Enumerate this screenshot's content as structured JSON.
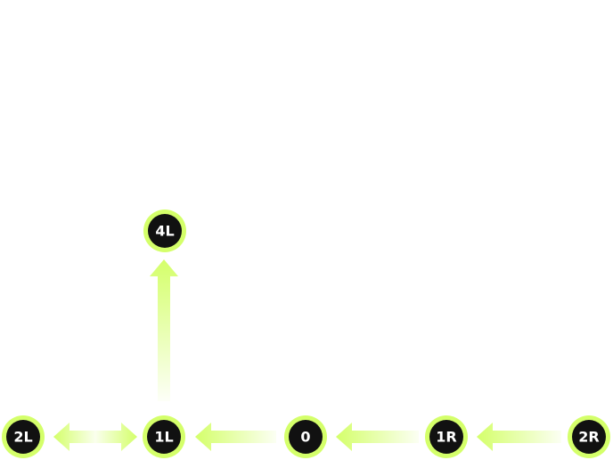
{
  "colors": {
    "accent": "#D4FF6A",
    "node_fill": "#111111",
    "node_text": "#FFFFFF",
    "background": "#FFFFFF"
  },
  "nodes": [
    {
      "id": "4L",
      "label": "4L"
    },
    {
      "id": "2L",
      "label": "2L"
    },
    {
      "id": "1L",
      "label": "1L"
    },
    {
      "id": "0",
      "label": "0"
    },
    {
      "id": "1R",
      "label": "1R"
    },
    {
      "id": "2R",
      "label": "2R"
    }
  ],
  "edges": [
    {
      "from": "2R",
      "to": "1R",
      "direction": "left"
    },
    {
      "from": "1R",
      "to": "0",
      "direction": "left"
    },
    {
      "from": "0",
      "to": "1L",
      "direction": "left"
    },
    {
      "from": "1L",
      "to": "4L",
      "direction": "up"
    },
    {
      "from": "1L",
      "to": "2L",
      "direction": "bidirectional"
    }
  ]
}
